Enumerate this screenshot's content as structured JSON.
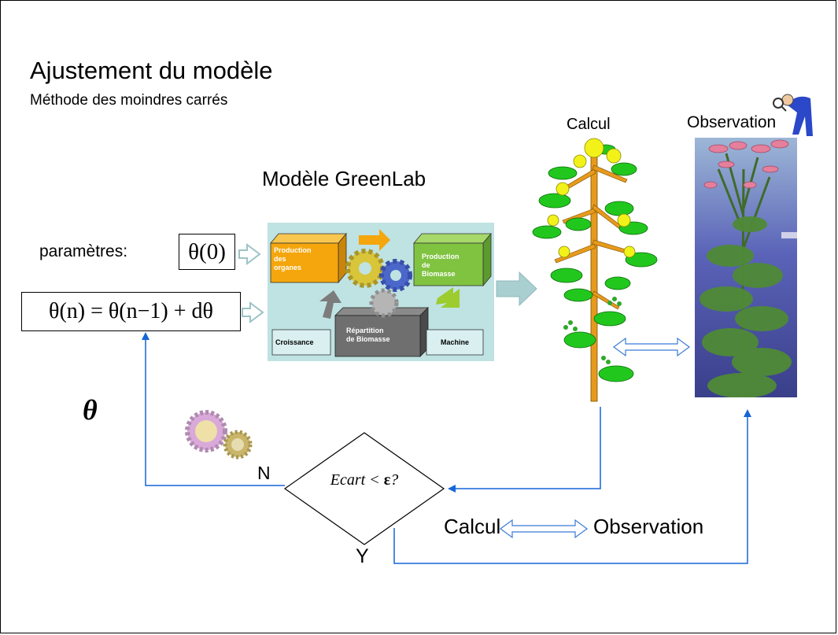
{
  "slide": {
    "title": "Ajustement du modèle",
    "subtitle": "Méthode des moindres carrés",
    "model_title": "Modèle GreenLab",
    "params_label": "paramètres:",
    "theta0": "θ(0)",
    "update_formula": "θ(n) = θ(n−1) + dθ",
    "theta_symbol": "θ",
    "calc_top": "Calcul",
    "obs_top": "Observation",
    "decision": {
      "text": "Ecart < ",
      "epsilon": "ε",
      "q": "?"
    },
    "no_label": "N",
    "yes_label": "Y",
    "calc_bottom": "Calcul",
    "obs_bottom": "Observation"
  },
  "greenlab": {
    "production_organes": [
      "Production",
      "des",
      "organes"
    ],
    "production_biomasse": [
      "Production",
      "de",
      "Biomasse"
    ],
    "repartition": [
      "Répartition",
      "de Biomasse"
    ],
    "croissance": "Croissance",
    "machine": "Machine"
  },
  "colors": {
    "flow_arrow": "#1565d8",
    "block_arrow": "#9cc3c6",
    "diagram_bg": "#bfe2e2",
    "organes_box": "#f4a60c",
    "biomasse_box": "#80c341",
    "repartition_box": "#6f6f6f",
    "stem": "#e69a1c",
    "leaf": "#22c71e",
    "flower": "#f2f21a"
  }
}
